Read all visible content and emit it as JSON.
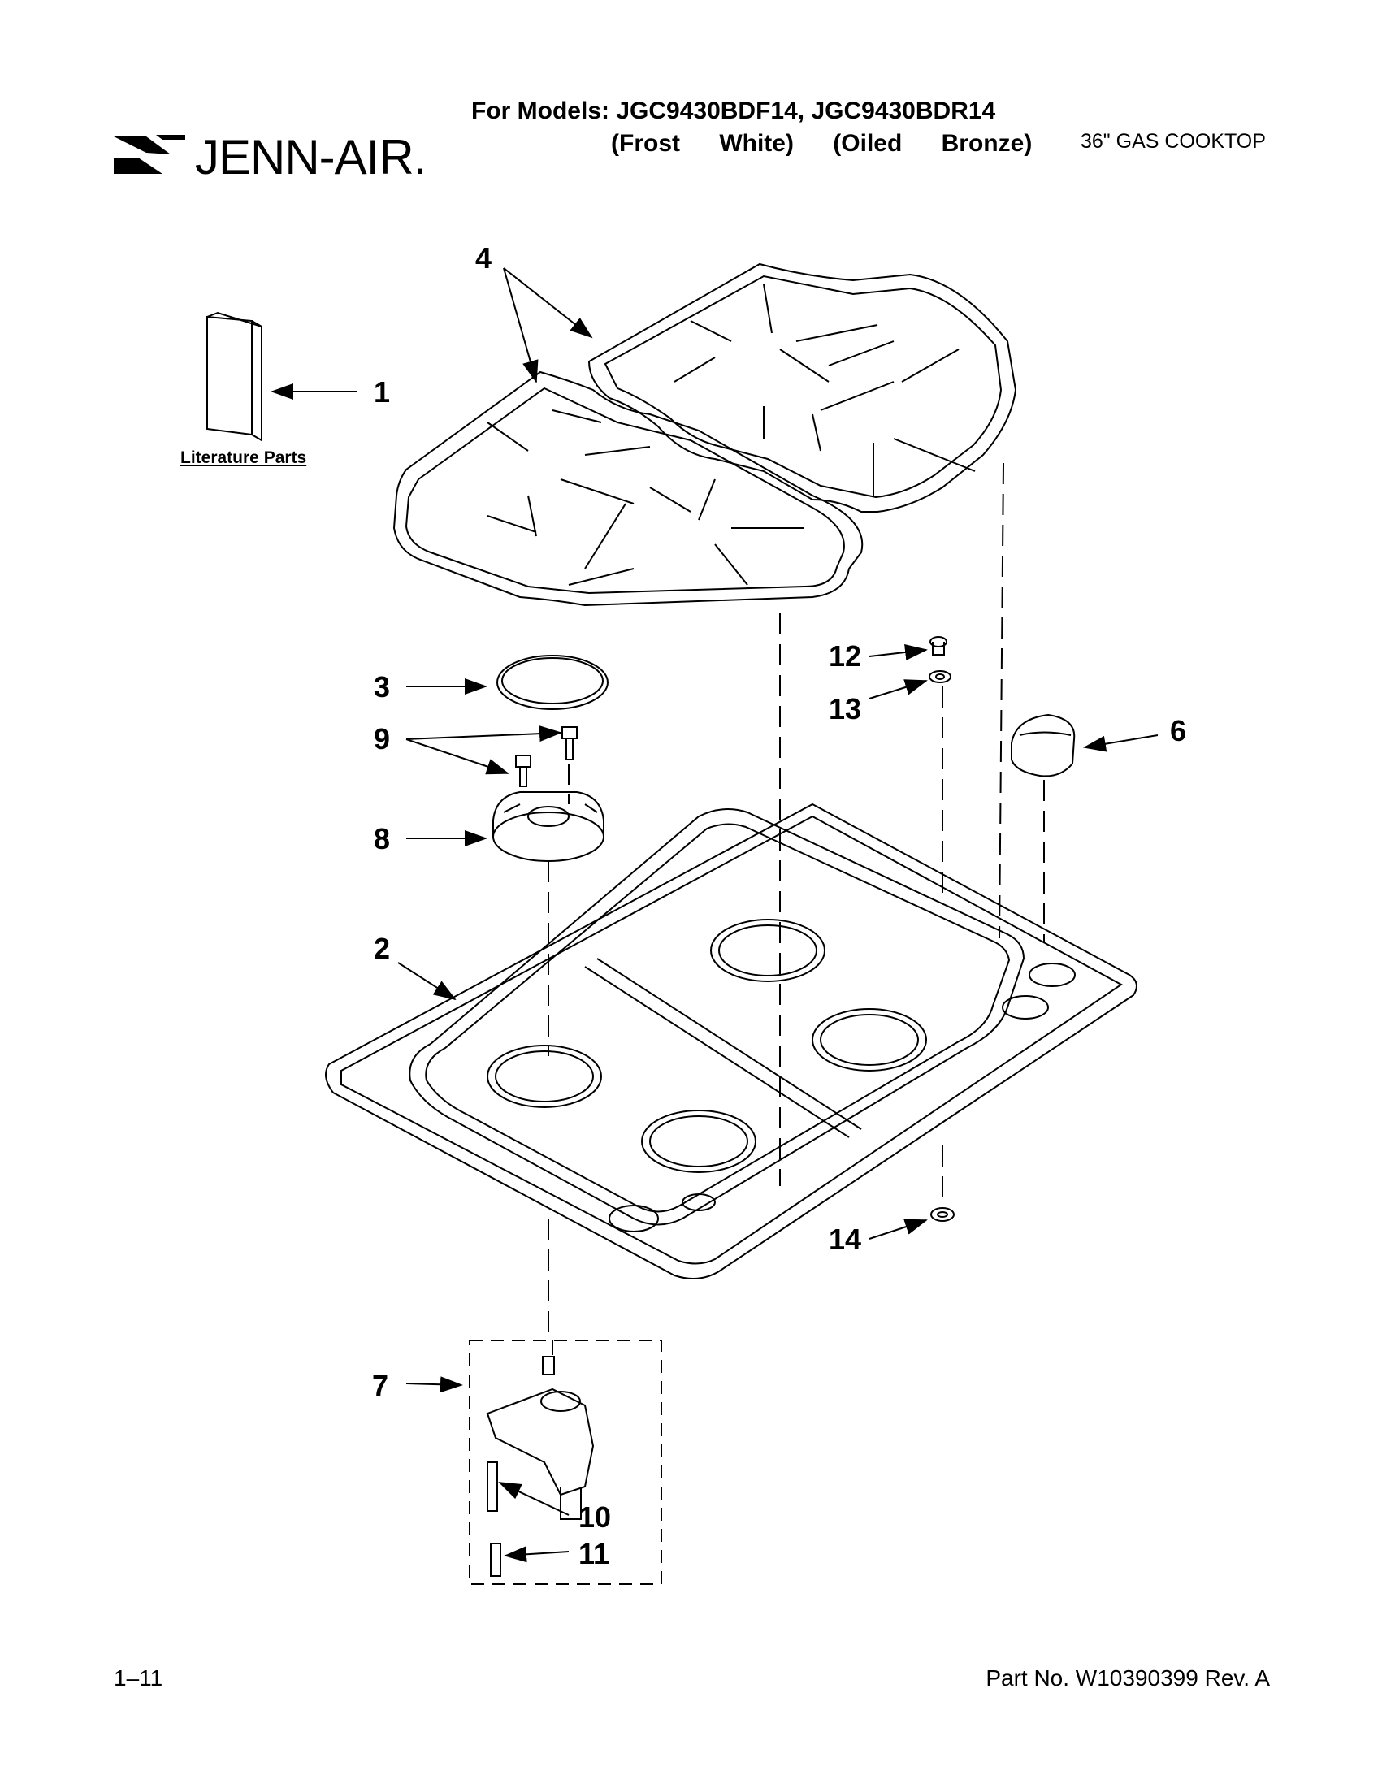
{
  "header": {
    "brand": "JENN-AIR.",
    "models_line": "For Models: JGC9430BDF14, JGC9430BDR14",
    "colors_line": "(Frost White)    (Oiled Bronze)",
    "product": "36\" GAS COOKTOP"
  },
  "literature_label": "Literature Parts",
  "callouts": {
    "c1": "1",
    "c2": "2",
    "c3": "3",
    "c4": "4",
    "c6": "6",
    "c7": "7",
    "c8": "8",
    "c9": "9",
    "c10": "10",
    "c11": "11",
    "c12": "12",
    "c13": "13",
    "c14": "14"
  },
  "footer": {
    "page": "1–11",
    "part_no": "Part No. W10390399 Rev. A"
  }
}
